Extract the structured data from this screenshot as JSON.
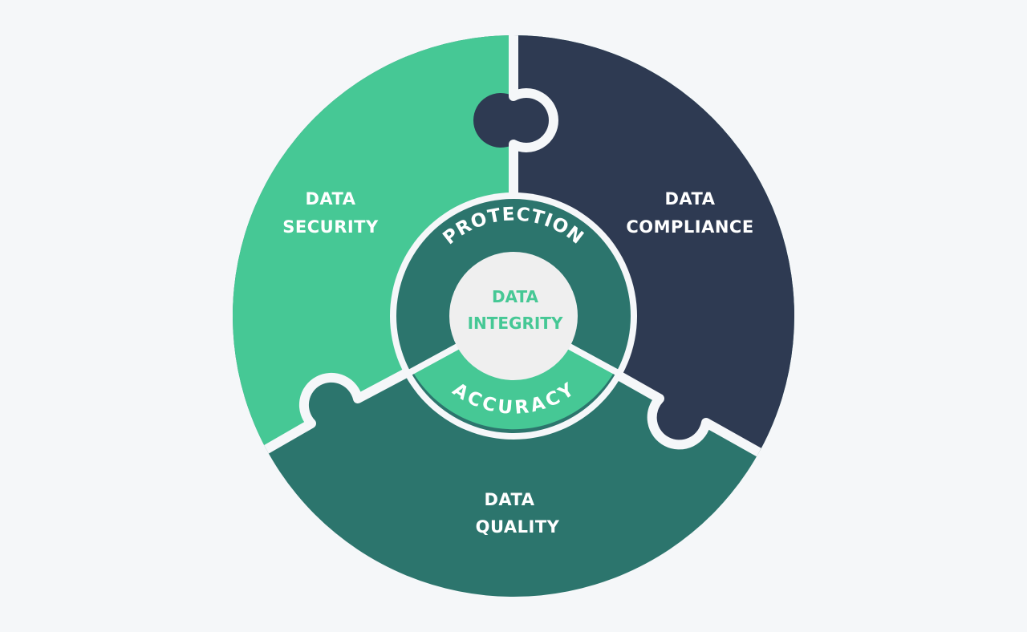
{
  "diagram": {
    "title": "Data Integrity",
    "colors": {
      "background": "#f5f7f9",
      "security": "#46c895",
      "compliance": "#2e3a52",
      "quality": "#2c756d",
      "ring_protection": "#2c756d",
      "ring_accuracy": "#46c895",
      "center": "#efefef",
      "center_text": "#46c895",
      "divider": "#f5f7f9"
    },
    "pieces": [
      {
        "id": "security",
        "line1": "DATA",
        "line2": "SECURITY"
      },
      {
        "id": "compliance",
        "line1": "DATA",
        "line2": "COMPLIANCE"
      },
      {
        "id": "quality",
        "line1": "DATA",
        "line2": "QUALITY"
      }
    ],
    "ring": {
      "top": "PROTECTION",
      "bottom": "ACCURACY"
    },
    "center": {
      "line1": "DATA",
      "line2": "INTEGRITY"
    }
  }
}
